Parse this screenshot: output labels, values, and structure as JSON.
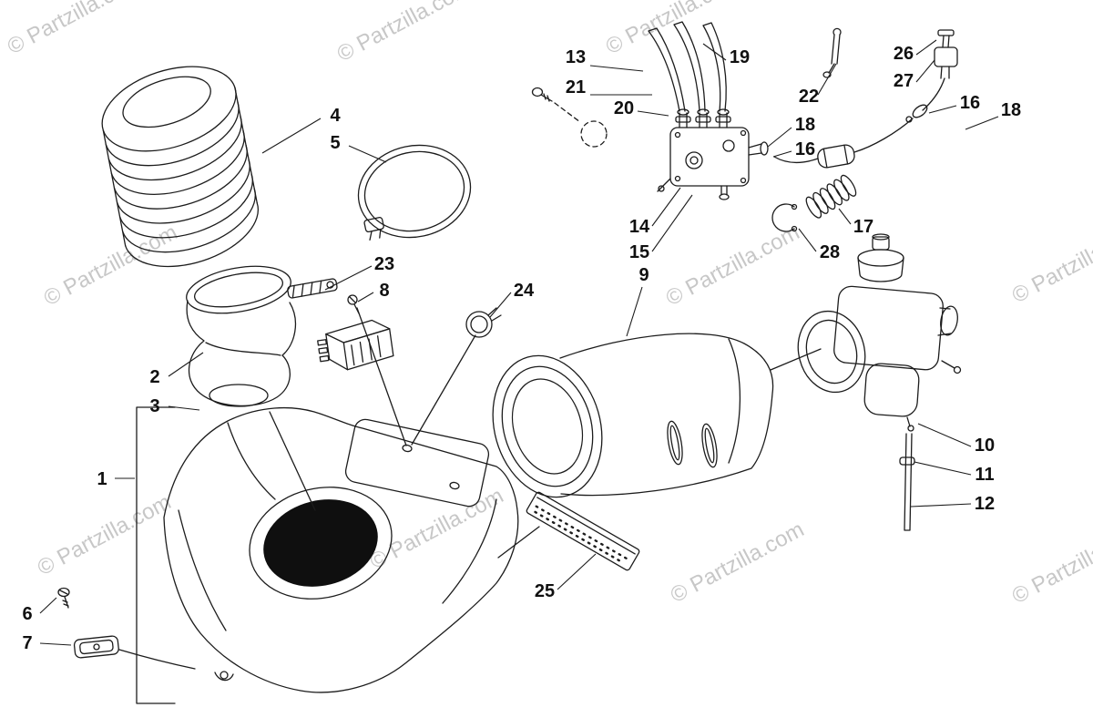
{
  "watermark": {
    "text": "© Partzilla.com"
  },
  "colors": {
    "background": "#ffffff",
    "line": "#1c1c1c",
    "watermark": "#a0a0a0"
  },
  "callouts": {
    "p1": "1",
    "p2": "2",
    "p3": "3",
    "p4": "4",
    "p5": "5",
    "p6": "6",
    "p7": "7",
    "p8": "8",
    "p9": "9",
    "p10": "10",
    "p11": "11",
    "p12": "12",
    "p13": "13",
    "p14": "14",
    "p15": "15",
    "p16a": "16",
    "p16b": "16",
    "p17": "17",
    "p18a": "18",
    "p18b": "18",
    "p19": "19",
    "p20": "20",
    "p21": "21",
    "p22": "22",
    "p23": "23",
    "p24": "24",
    "p25": "25",
    "p26": "26",
    "p27": "27",
    "p28": "28"
  }
}
